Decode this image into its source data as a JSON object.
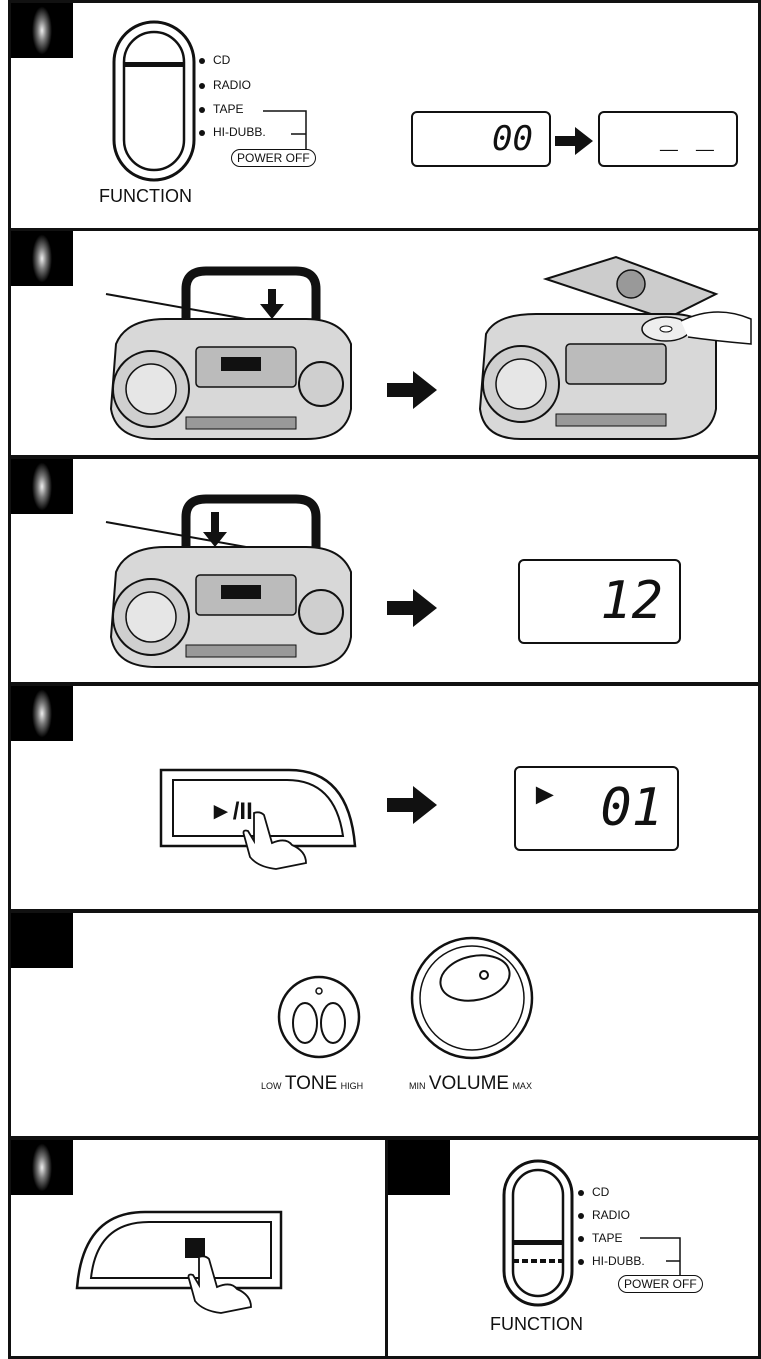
{
  "step1": {
    "switch_options": [
      "CD",
      "RADIO",
      "TAPE",
      "HI-DUBB."
    ],
    "power_off": "POWER OFF",
    "function_label": "FUNCTION",
    "display_before": "00",
    "display_after": "_ _"
  },
  "step3": {
    "display": "12"
  },
  "step4": {
    "button_label": "►/II",
    "display_symbol": "►",
    "display_track": "01"
  },
  "step5": {
    "tone": {
      "low": "LOW",
      "name": "TONE",
      "high": "HIGH"
    },
    "volume": {
      "min": "MIN",
      "name": "VOLUME",
      "max": "MAX"
    }
  },
  "step7": {
    "switch_options": [
      "CD",
      "RADIO",
      "TAPE",
      "HI-DUBB."
    ],
    "power_off": "POWER OFF",
    "function_label": "FUNCTION"
  }
}
